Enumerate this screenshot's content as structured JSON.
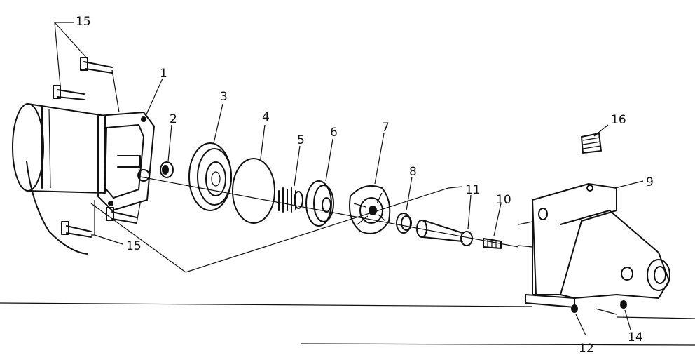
{
  "diagram": {
    "labels": [
      {
        "id": "label-1",
        "text": "1"
      },
      {
        "id": "label-2",
        "text": "2"
      },
      {
        "id": "label-3",
        "text": "3"
      },
      {
        "id": "label-4",
        "text": "4"
      },
      {
        "id": "label-5",
        "text": "5"
      },
      {
        "id": "label-6",
        "text": "6"
      },
      {
        "id": "label-7",
        "text": "7"
      },
      {
        "id": "label-8",
        "text": "8"
      },
      {
        "id": "label-9",
        "text": "9"
      },
      {
        "id": "label-10",
        "text": "10"
      },
      {
        "id": "label-11",
        "text": "11"
      },
      {
        "id": "label-12",
        "text": "12"
      },
      {
        "id": "label-14",
        "text": "14"
      },
      {
        "id": "label-15-top",
        "text": "15"
      },
      {
        "id": "label-15-bottom",
        "text": "15"
      },
      {
        "id": "label-16",
        "text": "16"
      }
    ]
  }
}
